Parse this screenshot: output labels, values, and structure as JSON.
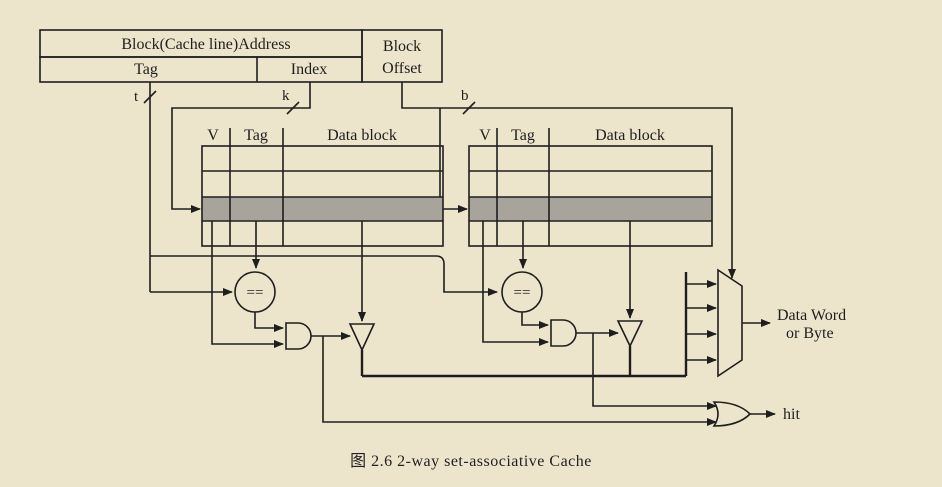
{
  "address": {
    "block_address": "Block(Cache line)Address",
    "tag": "Tag",
    "index": "Index",
    "offset_line1": "Block",
    "offset_line2": "Offset"
  },
  "widths": {
    "t": "t",
    "k": "k",
    "b": "b"
  },
  "ways": [
    {
      "v": "V",
      "tag": "Tag",
      "data": "Data block"
    },
    {
      "v": "V",
      "tag": "Tag",
      "data": "Data block"
    }
  ],
  "comparator": "==",
  "output": {
    "line1": "Data Word",
    "line2": "or Byte"
  },
  "hit": "hit",
  "caption": "图 2.6   2-way set-associative Cache",
  "colors": {
    "background": "#ede4cc",
    "selected_row": "#a8a49c",
    "ink": "#1e1e1e"
  }
}
